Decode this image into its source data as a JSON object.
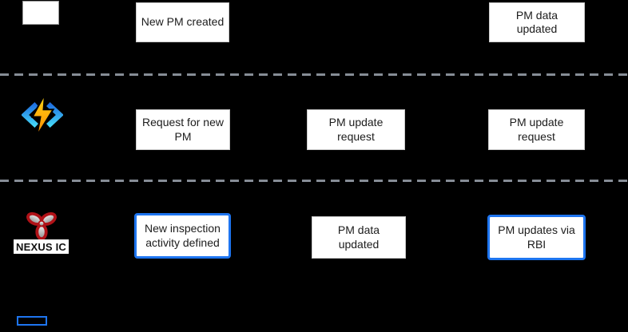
{
  "diagram": {
    "background": "#000000",
    "accent_blue": "#1E75F0",
    "divider_color": "#868D96",
    "lanes": [
      {
        "name": "top-system-lane",
        "icon": "white-rectangle-logo",
        "boxes": [
          {
            "label": "New PM created",
            "highlighted": false,
            "column": 1
          },
          {
            "label": "PM data\nupdated",
            "highlighted": false,
            "column": 3
          }
        ]
      },
      {
        "name": "azure-functions-lane",
        "icon": "azure-functions-icon",
        "boxes": [
          {
            "label": "Request for new\nPM",
            "highlighted": false,
            "column": 1
          },
          {
            "label": "PM update\nrequest",
            "highlighted": false,
            "column": 2
          },
          {
            "label": "PM update\nrequest",
            "highlighted": false,
            "column": 3
          }
        ]
      },
      {
        "name": "nexus-ic-lane",
        "icon": "nexus-ic-logo",
        "icon_label": "NEXUS IC",
        "boxes": [
          {
            "label": "New inspection\nactivity defined",
            "highlighted": true,
            "column": 1
          },
          {
            "label": "PM data\nupdated",
            "highlighted": false,
            "column": 2
          },
          {
            "label": "PM updates via\nRBI",
            "highlighted": true,
            "column": 3
          }
        ]
      }
    ],
    "legend": {
      "swatch": "blue-outline-rectangle"
    }
  }
}
